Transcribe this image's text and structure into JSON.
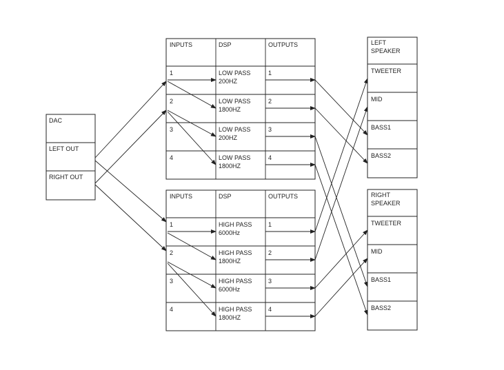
{
  "dac": {
    "title": "DAC",
    "left_out": "LEFT OUT",
    "right_out": "RIGHT OUT"
  },
  "low_block": {
    "headers": {
      "inputs": "INPUTS",
      "dsp": "DSP",
      "outputs": "OUTPUTS"
    },
    "rows": [
      {
        "input": "1",
        "dsp_line1": "LOW PASS",
        "dsp_line2": "200HZ",
        "output": "1"
      },
      {
        "input": "2",
        "dsp_line1": "LOW PASS",
        "dsp_line2": "1800HZ",
        "output": "2"
      },
      {
        "input": "3",
        "dsp_line1": "LOW PASS",
        "dsp_line2": "200HZ",
        "output": "3"
      },
      {
        "input": "4",
        "dsp_line1": "LOW PASS",
        "dsp_line2": "1800HZ",
        "output": "4"
      }
    ]
  },
  "high_block": {
    "headers": {
      "inputs": "INPUTS",
      "dsp": "DSP",
      "outputs": "OUTPUTS"
    },
    "rows": [
      {
        "input": "1",
        "dsp_line1": "HIGH PASS",
        "dsp_line2": "6000Hz",
        "output": "1"
      },
      {
        "input": "2",
        "dsp_line1": "HIGH PASS",
        "dsp_line2": "1800HZ",
        "output": "2"
      },
      {
        "input": "3",
        "dsp_line1": "HIGH PASS",
        "dsp_line2": "6000Hz",
        "output": "3"
      },
      {
        "input": "4",
        "dsp_line1": "HIGH PASS",
        "dsp_line2": "1800HZ",
        "output": "4"
      }
    ]
  },
  "left_speaker": {
    "title_line1": "LEFT",
    "title_line2": "SPEAKER",
    "drivers": [
      "TWEETER",
      "MID",
      "BASS1",
      "BASS2"
    ]
  },
  "right_speaker": {
    "title_line1": "RIGHT",
    "title_line2": "SPEAKER",
    "drivers": [
      "TWEETER",
      "MID",
      "BASS1",
      "BASS2"
    ]
  }
}
